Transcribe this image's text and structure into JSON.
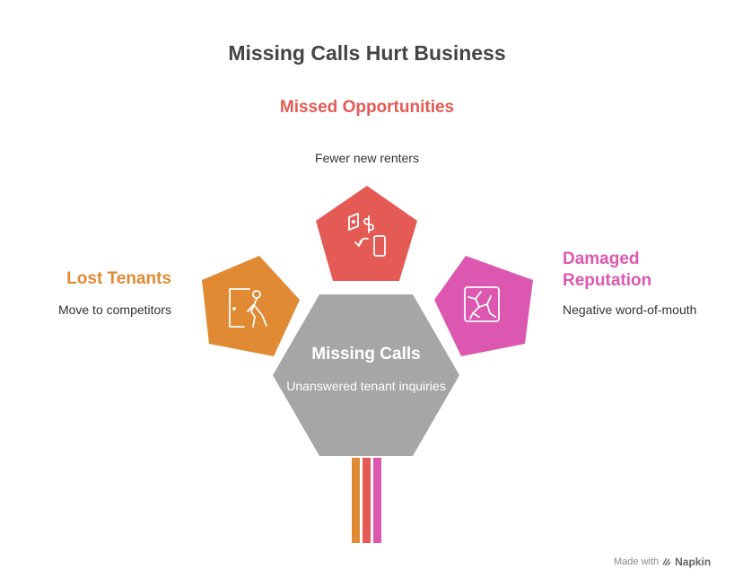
{
  "title": "Missing Calls Hurt Business",
  "center": {
    "title": "Missing Calls",
    "description": "Unanswered tenant inquiries",
    "color": "#a6a6a6"
  },
  "branches": [
    {
      "title": "Missed Opportunities",
      "description": "Fewer new renters",
      "icon": "money-transfer-phone-icon",
      "color": "#e45a54"
    },
    {
      "title": "Lost Tenants",
      "description": "Move to competitors",
      "icon": "person-leaving-door-icon",
      "color": "#e08a34"
    },
    {
      "title": "Damaged Reputation",
      "description": "Negative word-of-mouth",
      "icon": "cracked-surface-icon",
      "color": "#dc58b0"
    }
  ],
  "footer": {
    "made_with": "Made with",
    "brand": "Napkin"
  }
}
